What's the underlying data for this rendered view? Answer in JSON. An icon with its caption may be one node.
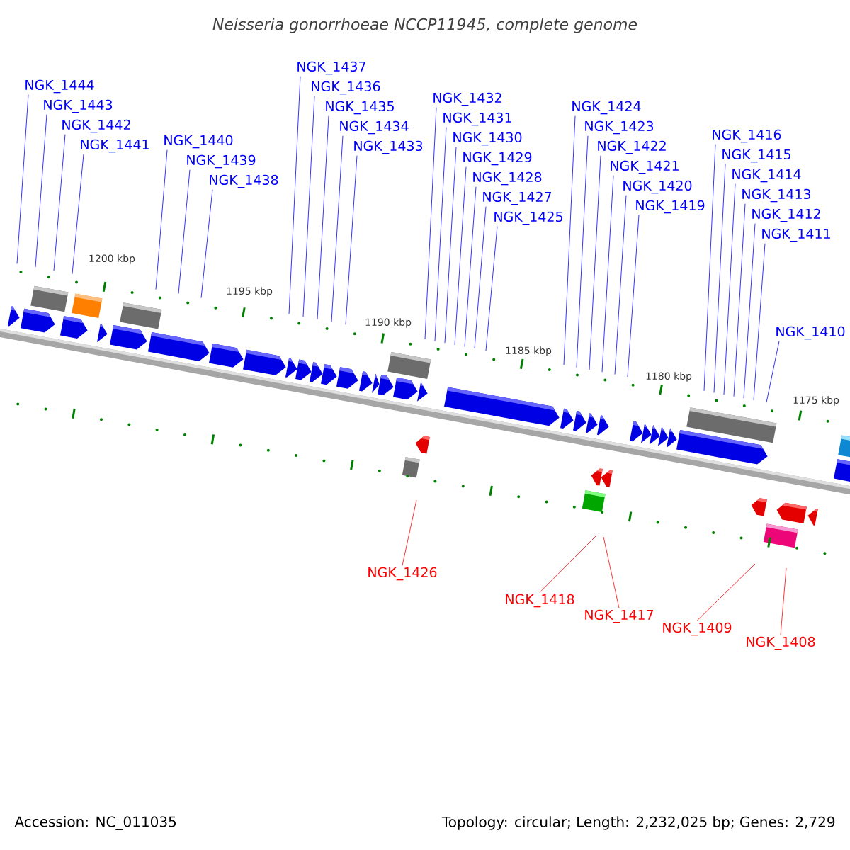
{
  "diagram": {
    "title": "Neisseria gonorrhoeae NCCP11945, complete genome",
    "nodes": [
      {
        "text": [
          "NGK_1444"
        ]
      },
      {
        "text": [
          "NGK_1443"
        ]
      },
      {
        "text": [
          "NGK_1442"
        ]
      },
      {
        "text": [
          "NGK_1441"
        ]
      },
      {
        "text": [
          "NGK_1440"
        ]
      },
      {
        "text": [
          "NGK_1439"
        ]
      },
      {
        "text": [
          "NGK_1438"
        ]
      },
      {
        "text": [
          "NGK_1437"
        ]
      },
      {
        "text": [
          "NGK_1436"
        ]
      },
      {
        "text": [
          "NGK_1435"
        ]
      },
      {
        "text": [
          "NGK_1434"
        ]
      },
      {
        "text": [
          "NGK_1433"
        ]
      },
      {
        "text": [
          "NGK_1432"
        ]
      },
      {
        "text": [
          "NGK_1431"
        ]
      },
      {
        "text": [
          "NGK_1430"
        ]
      },
      {
        "text": [
          "NGK_1429"
        ]
      },
      {
        "text": [
          "NGK_1428"
        ]
      },
      {
        "text": [
          "NGK_1427"
        ]
      },
      {
        "text": [
          "NGK_1426"
        ]
      },
      {
        "text": [
          "NGK_1425"
        ]
      },
      {
        "text": [
          "NGK_1424"
        ]
      },
      {
        "text": [
          "NGK_1423"
        ]
      },
      {
        "text": [
          "NGK_1422"
        ]
      },
      {
        "text": [
          "NGK_1421"
        ]
      },
      {
        "text": [
          "NGK_1420"
        ]
      },
      {
        "text": [
          "NGK_1419"
        ]
      },
      {
        "text": [
          "NGK_1418"
        ]
      },
      {
        "text": [
          "NGK_1417"
        ]
      },
      {
        "text": [
          "NGK_1416"
        ]
      },
      {
        "text": [
          "NGK_1415"
        ]
      },
      {
        "text": [
          "NGK_1414"
        ]
      },
      {
        "text": [
          "NGK_1413"
        ]
      },
      {
        "text": [
          "NGK_1412"
        ]
      },
      {
        "text": [
          "NGK_1411"
        ]
      },
      {
        "text": [
          "NGK_1410"
        ]
      },
      {
        "text": [
          "NGK_1409"
        ]
      },
      {
        "text": [
          "NGK_1408"
        ]
      }
    ],
    "edges": [
      {
        "from": 0,
        "to": null,
        "arrow": "none"
      },
      {
        "from": 1,
        "to": null,
        "arrow": "none"
      },
      {
        "from": 2,
        "to": null,
        "arrow": "none"
      },
      {
        "from": 3,
        "to": null,
        "arrow": "none"
      },
      {
        "from": 4,
        "to": null,
        "arrow": "none"
      },
      {
        "from": 5,
        "to": null,
        "arrow": "none"
      },
      {
        "from": 6,
        "to": null,
        "arrow": "none"
      },
      {
        "from": 7,
        "to": null,
        "arrow": "none"
      },
      {
        "from": 8,
        "to": null,
        "arrow": "none"
      },
      {
        "from": 9,
        "to": null,
        "arrow": "none"
      },
      {
        "from": 10,
        "to": null,
        "arrow": "none"
      },
      {
        "from": 11,
        "to": null,
        "arrow": "none"
      },
      {
        "from": 12,
        "to": null,
        "arrow": "none"
      },
      {
        "from": 13,
        "to": null,
        "arrow": "none"
      },
      {
        "from": 14,
        "to": null,
        "arrow": "none"
      },
      {
        "from": 15,
        "to": null,
        "arrow": "none"
      },
      {
        "from": 16,
        "to": null,
        "arrow": "none"
      },
      {
        "from": 17,
        "to": null,
        "arrow": "none"
      },
      {
        "from": 18,
        "to": null,
        "arrow": "none",
        "color": "#ff0000"
      },
      {
        "from": 19,
        "to": null,
        "arrow": "none"
      },
      {
        "from": 20,
        "to": null,
        "arrow": "none"
      },
      {
        "from": 21,
        "to": null,
        "arrow": "none"
      },
      {
        "from": 22,
        "to": null,
        "arrow": "none"
      },
      {
        "from": 23,
        "to": null,
        "arrow": "none"
      },
      {
        "from": 24,
        "to": null,
        "arrow": "none"
      },
      {
        "from": 25,
        "to": null,
        "arrow": "none"
      },
      {
        "from": 26,
        "to": null,
        "arrow": "none",
        "color": "#ff0000"
      },
      {
        "from": 27,
        "to": null,
        "arrow": "none",
        "color": "#ff0000"
      },
      {
        "from": 28,
        "to": null,
        "arrow": "none"
      },
      {
        "from": 29,
        "to": null,
        "arrow": "none"
      },
      {
        "from": 30,
        "to": null,
        "arrow": "none"
      },
      {
        "from": 31,
        "to": null,
        "arrow": "none"
      },
      {
        "from": 32,
        "to": null,
        "arrow": "none"
      },
      {
        "from": 33,
        "to": null,
        "arrow": "none"
      },
      {
        "from": 34,
        "to": null,
        "arrow": "none"
      },
      {
        "from": 35,
        "to": null,
        "arrow": "none",
        "color": "#ff0000"
      },
      {
        "from": 36,
        "to": null,
        "arrow": "none",
        "color": "#ff0000"
      }
    ],
    "labels": [
      "1200 kbp",
      "1195 kbp",
      "1190 kbp",
      "1185 kbp",
      "1180 kbp",
      "1175 kbp",
      "Accession: NC_011035",
      "Topology: circular; Length: 2,232,025 bp; Genes: 2,729"
    ]
  }
}
